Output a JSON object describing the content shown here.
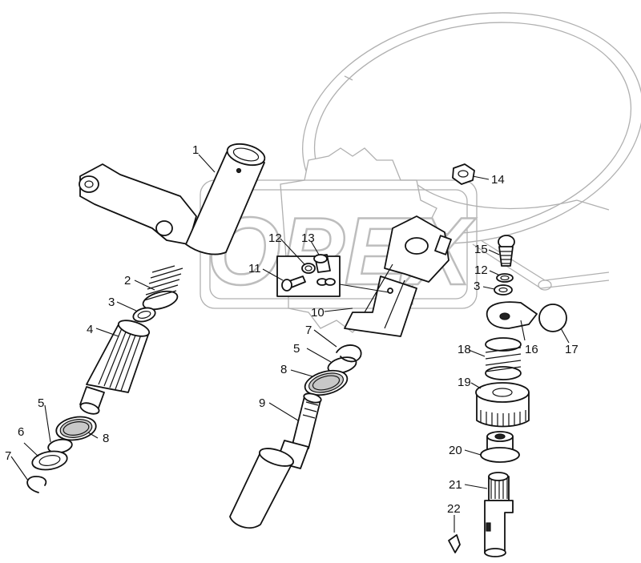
{
  "watermark": {
    "text": "OPEX"
  },
  "labels": [
    {
      "id": "1",
      "text": "1"
    },
    {
      "id": "2",
      "text": "2"
    },
    {
      "id": "3a",
      "text": "3"
    },
    {
      "id": "4",
      "text": "4"
    },
    {
      "id": "5a",
      "text": "5"
    },
    {
      "id": "6",
      "text": "6"
    },
    {
      "id": "7a",
      "text": "7"
    },
    {
      "id": "8a",
      "text": "8"
    },
    {
      "id": "9",
      "text": "9"
    },
    {
      "id": "10",
      "text": "10"
    },
    {
      "id": "11",
      "text": "11"
    },
    {
      "id": "12a",
      "text": "12"
    },
    {
      "id": "13",
      "text": "13"
    },
    {
      "id": "7b",
      "text": "7"
    },
    {
      "id": "5b",
      "text": "5"
    },
    {
      "id": "8b",
      "text": "8"
    },
    {
      "id": "14",
      "text": "14"
    },
    {
      "id": "15",
      "text": "15"
    },
    {
      "id": "12b",
      "text": "12"
    },
    {
      "id": "3b",
      "text": "3"
    },
    {
      "id": "16",
      "text": "16"
    },
    {
      "id": "17",
      "text": "17"
    },
    {
      "id": "18",
      "text": "18"
    },
    {
      "id": "19",
      "text": "19"
    },
    {
      "id": "20",
      "text": "20"
    },
    {
      "id": "21",
      "text": "21"
    },
    {
      "id": "22",
      "text": "22"
    }
  ]
}
